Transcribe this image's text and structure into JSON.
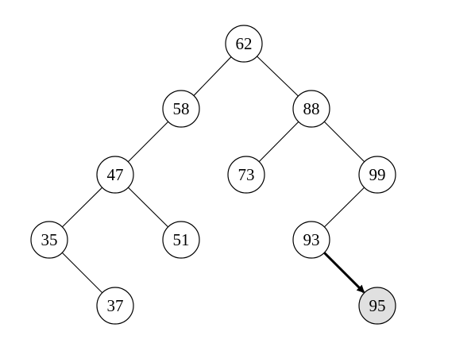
{
  "tree": {
    "nodes": [
      {
        "id": "n62",
        "label": "62",
        "highlighted": false
      },
      {
        "id": "n58",
        "label": "58",
        "highlighted": false
      },
      {
        "id": "n88",
        "label": "88",
        "highlighted": false
      },
      {
        "id": "n47",
        "label": "47",
        "highlighted": false
      },
      {
        "id": "n73",
        "label": "73",
        "highlighted": false
      },
      {
        "id": "n99",
        "label": "99",
        "highlighted": false
      },
      {
        "id": "n35",
        "label": "35",
        "highlighted": false
      },
      {
        "id": "n51",
        "label": "51",
        "highlighted": false
      },
      {
        "id": "n93",
        "label": "93",
        "highlighted": false
      },
      {
        "id": "n37",
        "label": "37",
        "highlighted": false
      },
      {
        "id": "n95",
        "label": "95",
        "highlighted": true
      }
    ],
    "edges": [
      {
        "from": "n62",
        "to": "n58",
        "arrow": false
      },
      {
        "from": "n62",
        "to": "n88",
        "arrow": false
      },
      {
        "from": "n58",
        "to": "n47",
        "arrow": false
      },
      {
        "from": "n88",
        "to": "n73",
        "arrow": false
      },
      {
        "from": "n88",
        "to": "n99",
        "arrow": false
      },
      {
        "from": "n47",
        "to": "n35",
        "arrow": false
      },
      {
        "from": "n47",
        "to": "n51",
        "arrow": false
      },
      {
        "from": "n99",
        "to": "n93",
        "arrow": false
      },
      {
        "from": "n35",
        "to": "n37",
        "arrow": false
      },
      {
        "from": "n93",
        "to": "n95",
        "arrow": true
      }
    ],
    "colors": {
      "node_fill": "#ffffff",
      "highlight_fill": "#e0e0e0",
      "stroke": "#000000"
    }
  }
}
